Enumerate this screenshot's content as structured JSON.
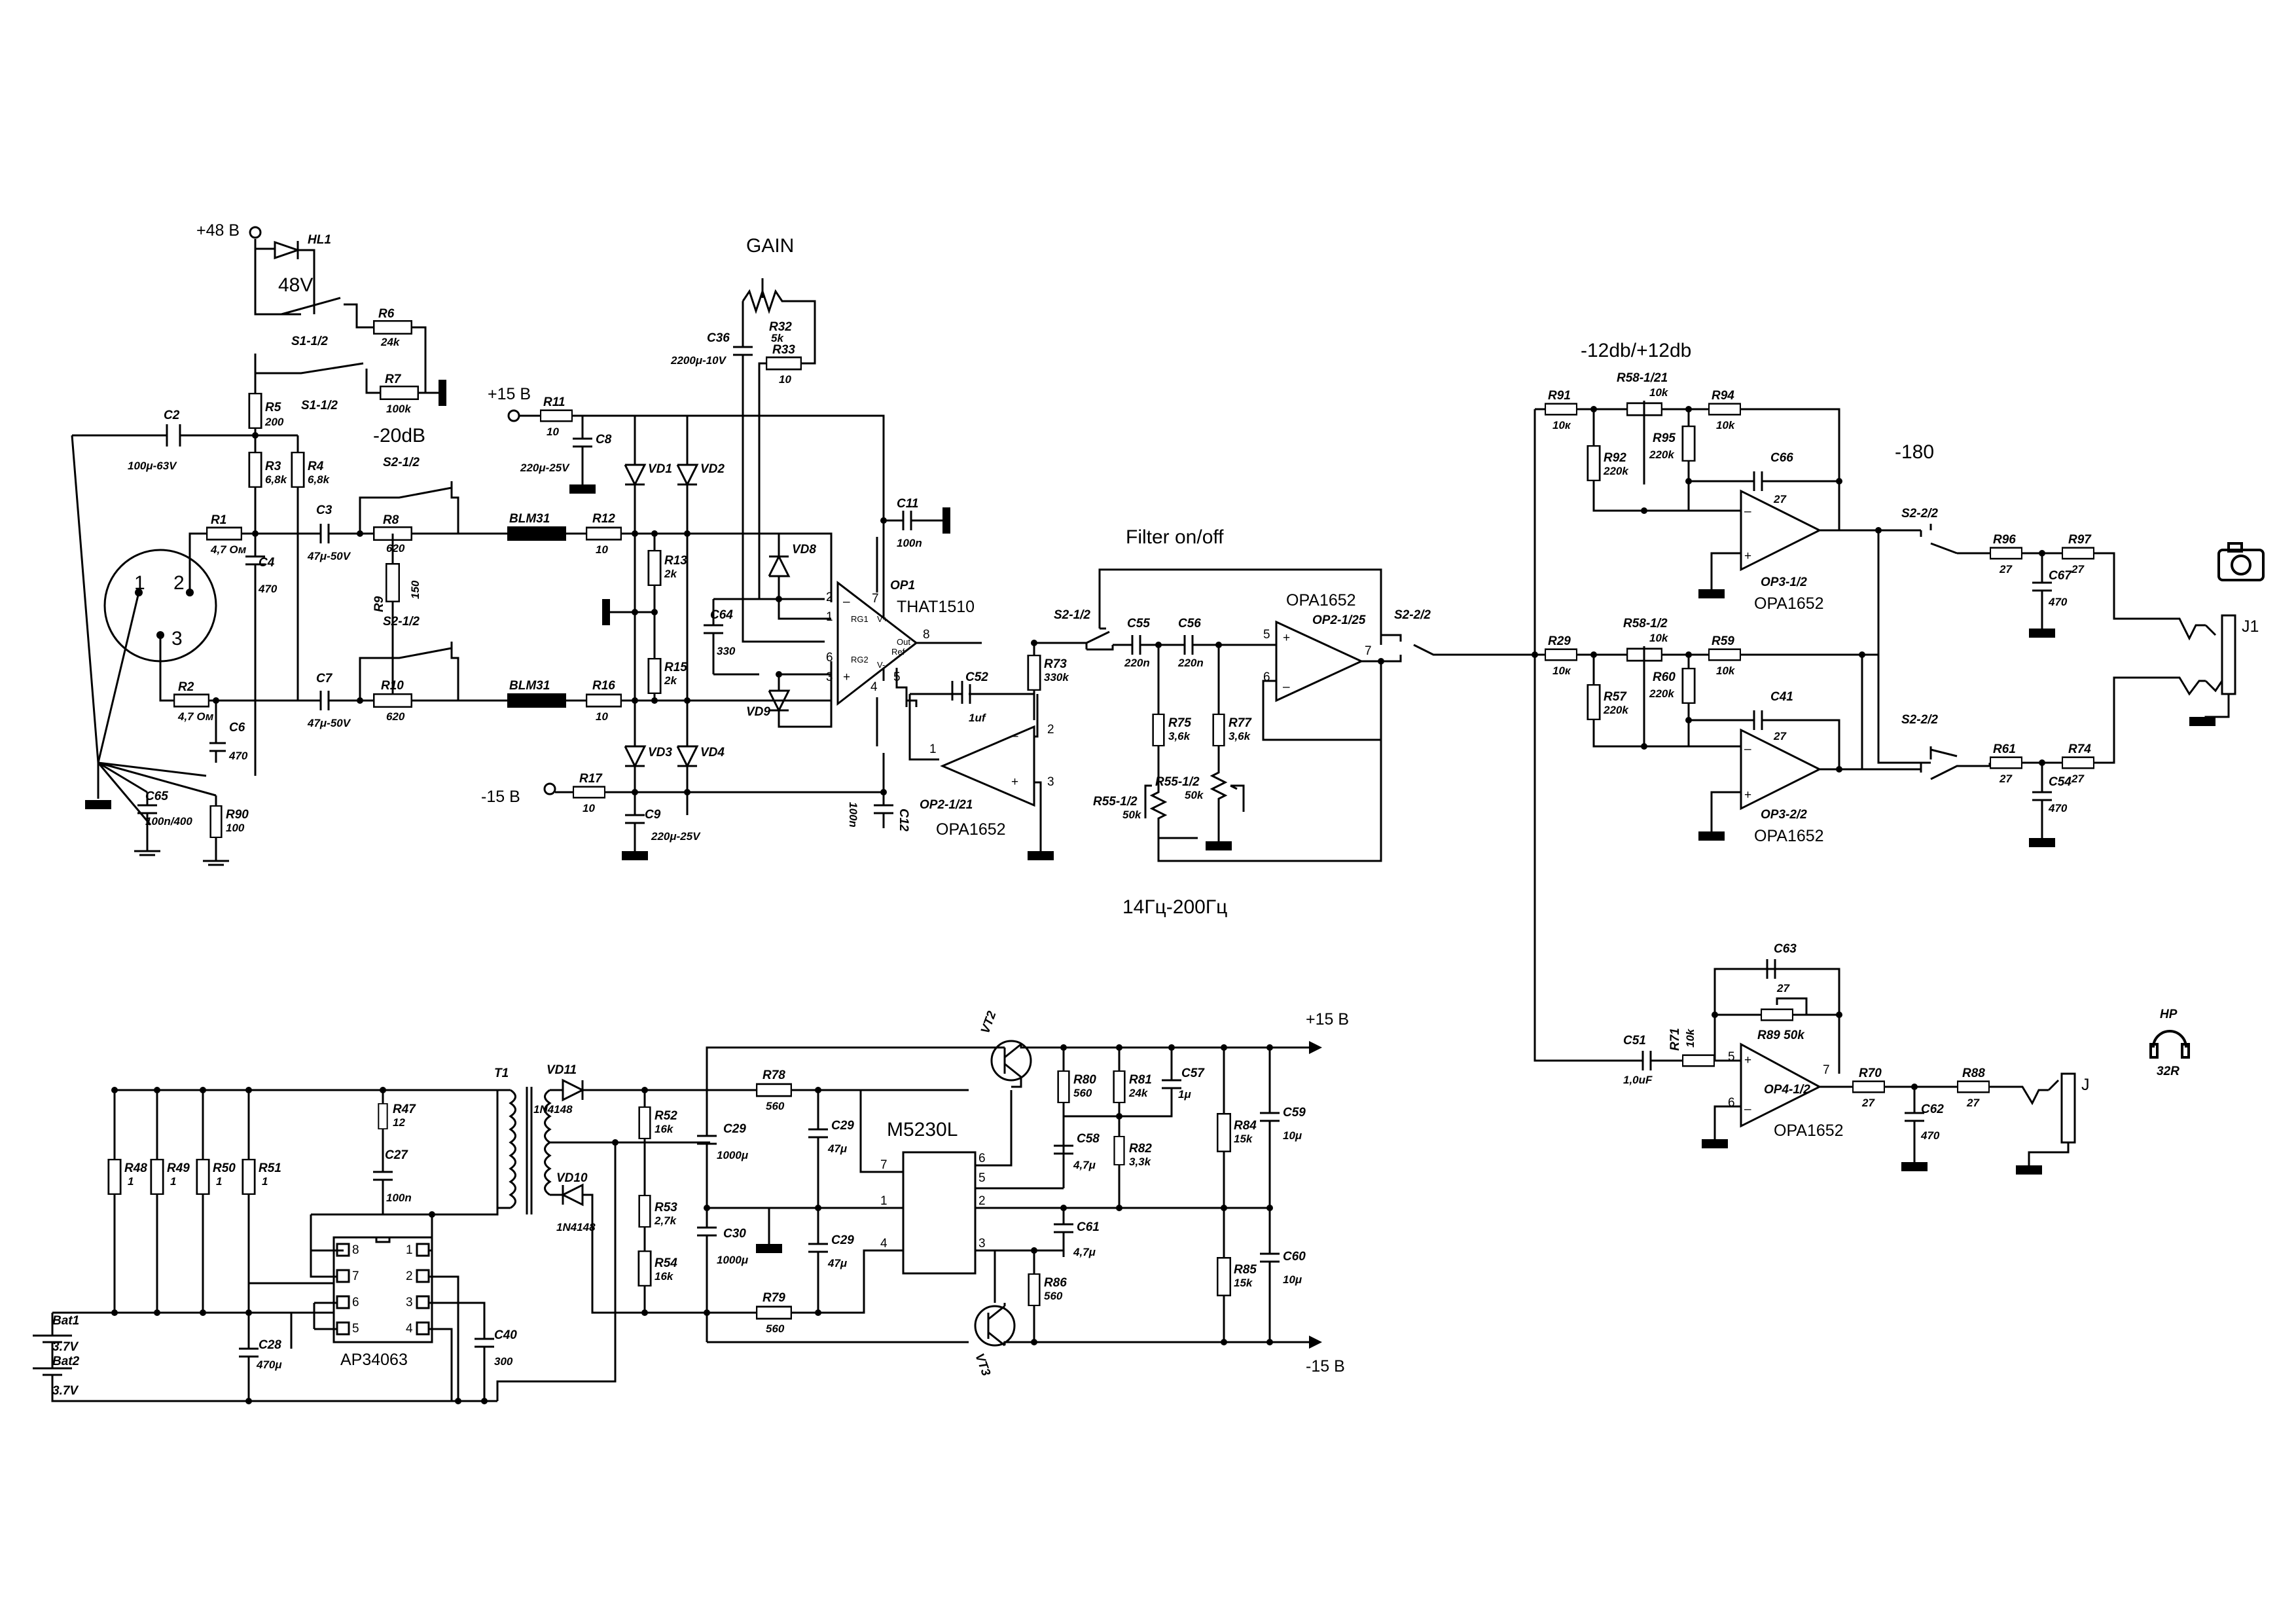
{
  "labels": {
    "plus48": "+48 В",
    "hl1": "HL1",
    "sw48": "48V",
    "r6": "R6",
    "r6v": "24k",
    "s1a": "S1-1/2",
    "s1b": "S1-1/2",
    "r7": "R7",
    "r7v": "100k",
    "r5": "R5",
    "r5v": "200",
    "db20": "-20dB",
    "c2": "C2",
    "c2v": "100μ-63V",
    "r3": "R3",
    "r3v": "6,8k",
    "r4": "R4",
    "r4v": "6,8k",
    "s2a": "S2-1/2",
    "s2b": "S2-1/2",
    "r1": "R1",
    "r1v": "4,7 Ом",
    "c3": "C3",
    "c3v": "47μ-50V",
    "r8": "R8",
    "r8v": "620",
    "c4": "C4",
    "c4v": "470",
    "r9": "R9",
    "r9v": "150",
    "p1": "1",
    "p2": "2",
    "p3": "3",
    "r2": "R2",
    "r2v": "4,7 Ом",
    "c7": "C7",
    "c7v": "47μ-50V",
    "r10": "R10",
    "r10v": "620",
    "c6": "C6",
    "c6v": "470",
    "c65": "C65",
    "c65v": "100n/400",
    "r90": "R90",
    "r90v": "100",
    "blm1": "BLM31",
    "blm2": "BLM31",
    "plus15": "+15 В",
    "r11": "R11",
    "r11v": "10",
    "c8": "C8",
    "c8v": "220μ-25V",
    "vd1": "VD1",
    "vd2": "VD2",
    "vd3": "VD3",
    "vd4": "VD4",
    "r12": "R12",
    "r12v": "10",
    "r13": "R13",
    "r13v": "2k",
    "r15": "R15",
    "r15v": "2k",
    "r16": "R16",
    "r16v": "10",
    "minus15": "-15 В",
    "r17": "R17",
    "r17v": "10",
    "c9": "C9",
    "c9v": "220μ-25V",
    "gain": "GAIN",
    "c36": "C36",
    "c36v": "2200μ-10V",
    "r32": "R32",
    "r32v": "5k",
    "r33": "R33",
    "r33v": "10",
    "c64": "C64",
    "c64v": "330",
    "vd8": "VD8",
    "vd9": "VD9",
    "op1": "OP1",
    "that": "THAT1510",
    "rg1": "RG1",
    "rg2": "RG2",
    "vp": "V+",
    "vm": "V-",
    "outp": "Out",
    "refp": "Ref",
    "p7": "7",
    "p1b": "1",
    "p6": "6",
    "p5": "5",
    "p4": "4",
    "p3b": "3",
    "p2b": "2",
    "p8": "8",
    "c11": "C11",
    "c11v": "100n",
    "c12": "C12",
    "c12v": "100n",
    "c52": "C52",
    "c52v": "1uf",
    "r73": "R73",
    "r73v": "330k",
    "op21": "OP2-1/21",
    "opa1": "OPA1652",
    "filter": "Filter on/off",
    "s2c": "S2-1/2",
    "c55": "C55",
    "c55v": "220n",
    "c56": "C56",
    "c56v": "220n",
    "opa2": "OPA1652",
    "op25": "OP2-1/25",
    "s2d": "S2-2/2",
    "r75": "R75",
    "r75v": "3,6k",
    "r77": "R77",
    "r77v": "3,6k",
    "r55a": "R55-1/2",
    "r55av": "50k",
    "r55b": "R55-1/2",
    "r55bv": "50k",
    "freq": "14Гц-200Гц",
    "eq": "-12db/+12db",
    "r91": "R91",
    "r91v": "10к",
    "r58a": "R58-1/21",
    "r58av": "10k",
    "r94": "R94",
    "r94v": "10k",
    "r92": "R92",
    "r92v": "220k",
    "r95": "R95",
    "r95v": "220k",
    "c66": "C66",
    "c66v": "27",
    "op31": "OP3-1/2",
    "opa3": "OPA1652",
    "ph": "-180",
    "s2e": "S2-2/2",
    "s2f": "S2-2/2",
    "r96": "R96",
    "r96v": "27",
    "r97": "R97",
    "r97v": "27",
    "c67": "C67",
    "c67v": "470",
    "r29": "R29",
    "r29v": "10к",
    "r58b": "R58-1/2",
    "r58bv": "10k",
    "r59": "R59",
    "r59v": "10k",
    "r57": "R57",
    "r57v": "220k",
    "r60": "R60",
    "r60v": "220k",
    "c41": "C41",
    "c41v": "27",
    "op32": "OP3-2/2",
    "opa4": "OPA1652",
    "r61": "R61",
    "r61v": "27",
    "r74": "R74",
    "r74v": "27",
    "c54": "C54",
    "c54v": "470",
    "j1": "J1",
    "c63": "C63",
    "c63v": "27",
    "r89": "R89 50k",
    "c51": "C51",
    "c51v": "1,0uF",
    "r71": "R71",
    "r71v": "10k",
    "op4": "OP4-1/2",
    "opa5": "OPA1652",
    "r70": "R70",
    "r70v": "27",
    "c62": "C62",
    "c62v": "470",
    "r88": "R88",
    "r88v": "27",
    "j": "J",
    "hp": "HP",
    "hpr": "32R",
    "t1": "T1",
    "vd11": "VD11",
    "vd11v": "1N4148",
    "vd10": "VD10",
    "vd10v": "1N4148",
    "r47": "R47",
    "r47v": "12",
    "c27": "C27",
    "c27v": "100n",
    "r48": "R48",
    "r48v": "1",
    "r49": "R49",
    "r49v": "1",
    "r50": "R50",
    "r50v": "1",
    "r51": "R51",
    "r51v": "1",
    "bat1": "Bat1",
    "bat1v": "3.7V",
    "bat2": "Bat2",
    "bat2v": "3.7V",
    "c28": "C28",
    "c28v": "470μ",
    "ap": "AP34063",
    "ap8": "8",
    "ap7": "7",
    "ap6": "6",
    "ap5": "5",
    "ap1": "1",
    "ap2": "2",
    "ap3": "3",
    "ap4": "4",
    "c40": "C40",
    "c40v": "300",
    "r52": "R52",
    "r52v": "16k",
    "r53": "R53",
    "r53v": "2,7k",
    "r54": "R54",
    "r54v": "16k",
    "c29a": "C29",
    "c29av": "1000μ",
    "c30": "C30",
    "c30v": "1000μ",
    "r78": "R78",
    "r78v": "560",
    "c29b": "C29",
    "c29bv": "47μ",
    "c29c": "C29",
    "c29cv": "47μ",
    "r79": "R79",
    "r79v": "560",
    "m5230": "M5230L",
    "m7": "7",
    "m1": "1",
    "m4": "4",
    "m6": "6",
    "m5": "5",
    "m2": "2",
    "m3": "3",
    "vt2": "VT2",
    "vt3": "VT3",
    "r80": "R80",
    "r80v": "560",
    "r81": "R81",
    "r81v": "24k",
    "c57": "C57",
    "c57v": "1μ",
    "c58": "C58",
    "c58v": "4,7μ",
    "r82": "R82",
    "r82v": "3,3k",
    "c61": "C61",
    "c61v": "4,7μ",
    "r86": "R86",
    "r86v": "560",
    "r84": "R84",
    "r84v": "15k",
    "r85": "R85",
    "r85v": "15k",
    "c59": "C59",
    "c59v": "10μ",
    "c60": "C60",
    "c60v": "10μ",
    "p15b": "+15 В",
    "m15b": "-15 В"
  },
  "icons": [
    "camera-icon",
    "headphones-icon"
  ]
}
